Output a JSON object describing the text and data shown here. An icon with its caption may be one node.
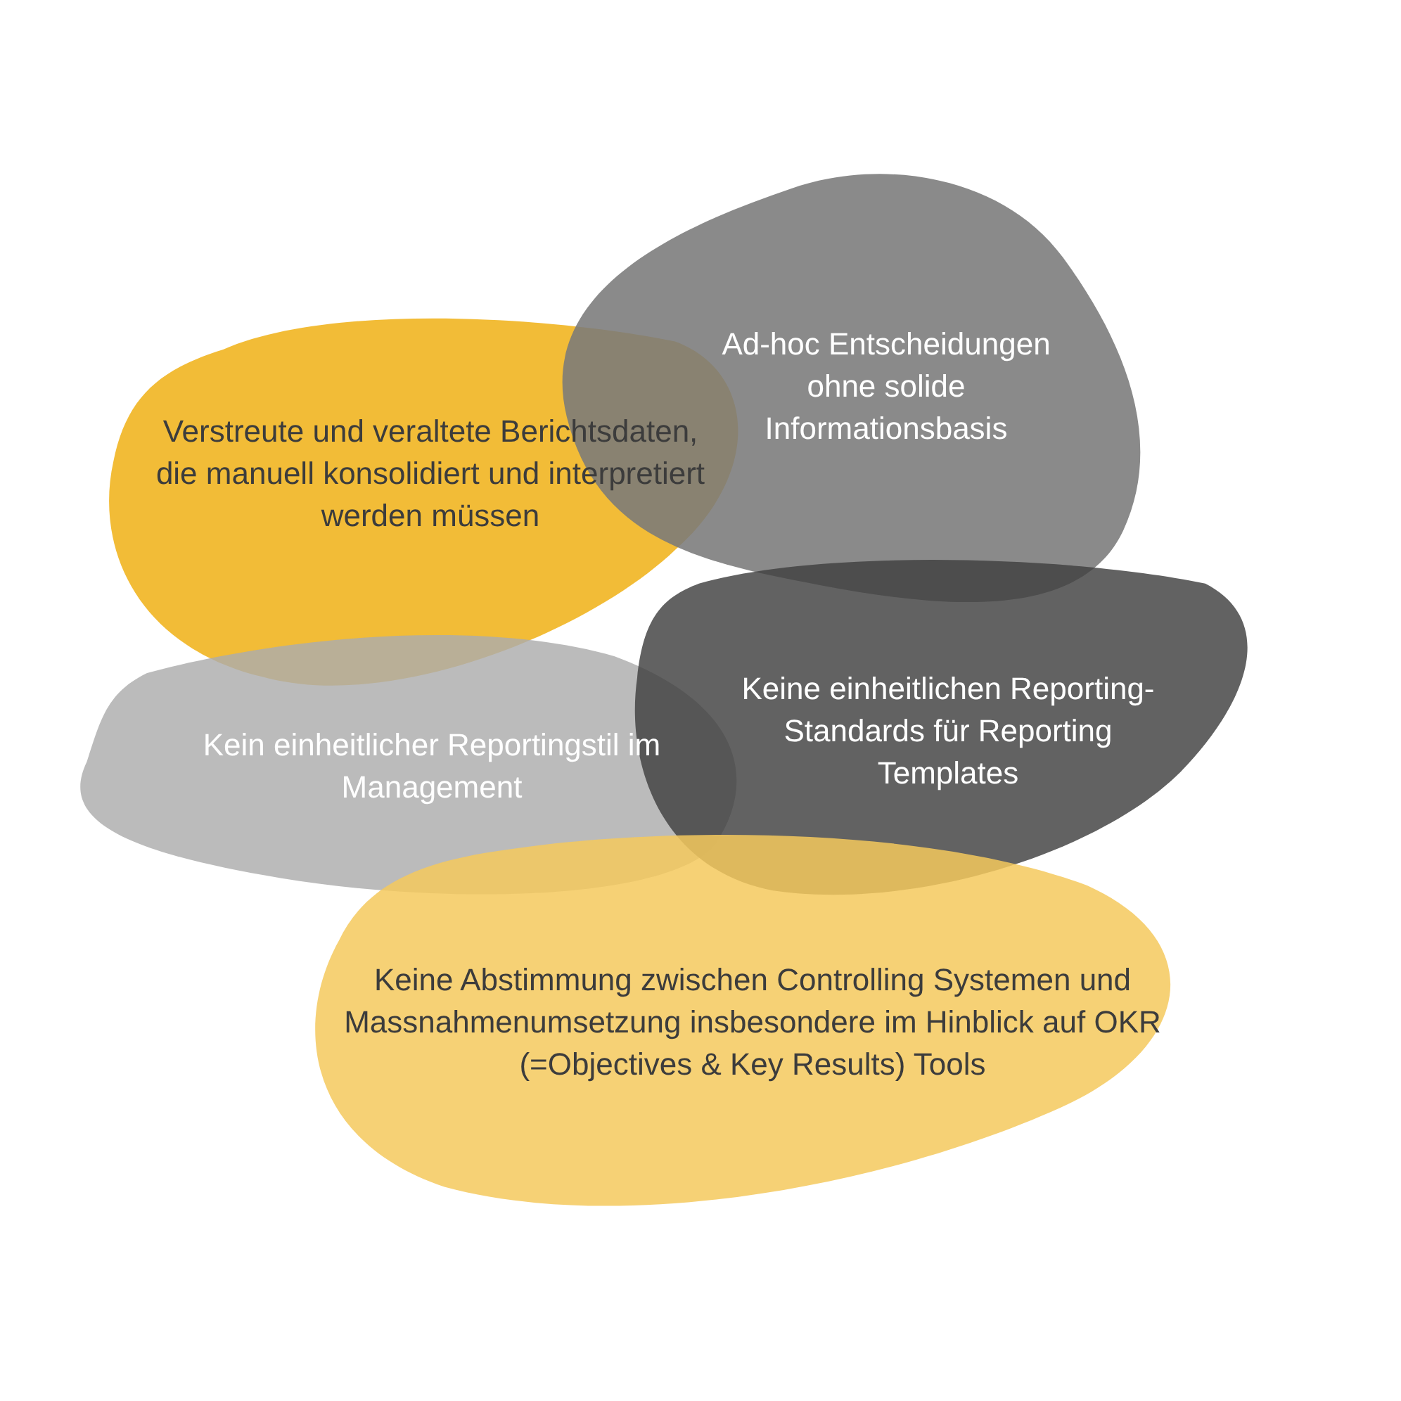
{
  "diagram": {
    "nodes": [
      {
        "text": [
          "Ad-hoc Entscheidungen ohne solide Informationsbasis"
        ]
      },
      {
        "text": [
          "Verstreute und veraltete Berichtsdaten, die manuell konsolidiert und interpretiert werden müssen"
        ]
      },
      {
        "text": [
          "Keine einheitlichen Reporting-Standards für Reporting Templates"
        ]
      },
      {
        "text": [
          "Kein einheitlicher Reportingstil im Management"
        ]
      },
      {
        "text": [
          "Keine Abstimmung zwischen Controlling Systemen und Massnahmenumsetzung insbesondere im Hinblick auf OKR (=Objectives & Key Results) Tools"
        ]
      }
    ],
    "edges": []
  }
}
